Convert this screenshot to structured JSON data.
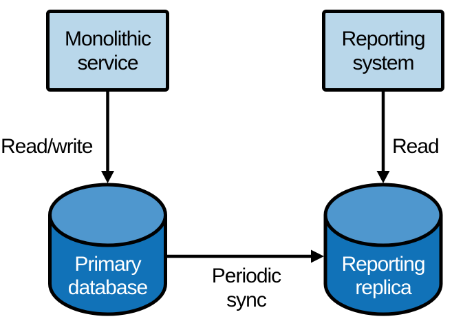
{
  "colors": {
    "box_fill": "#b9d7ea",
    "line": "#000000",
    "cylinder_body": "#1172b8",
    "cylinder_top": "#4f97ce",
    "cylinder_text": "#ffffff",
    "label_text": "#000000",
    "background": "#ffffff"
  },
  "nodes": {
    "monolithic_service": {
      "type": "box",
      "label": "Monolithic\nservice"
    },
    "reporting_system": {
      "type": "box",
      "label": "Reporting\nsystem"
    },
    "primary_database": {
      "type": "cylinder",
      "label": "Primary\ndatabase"
    },
    "reporting_replica": {
      "type": "cylinder",
      "label": "Reporting\nreplica"
    }
  },
  "edges": {
    "read_write": {
      "label": "Read/write",
      "from": "Monolithic service",
      "to": "Primary database",
      "direction": "down"
    },
    "read": {
      "label": "Read",
      "from": "Reporting system",
      "to": "Reporting replica",
      "direction": "down"
    },
    "periodic_sync": {
      "label": "Periodic\nsync",
      "from": "Primary database",
      "to": "Reporting replica",
      "direction": "right"
    }
  }
}
